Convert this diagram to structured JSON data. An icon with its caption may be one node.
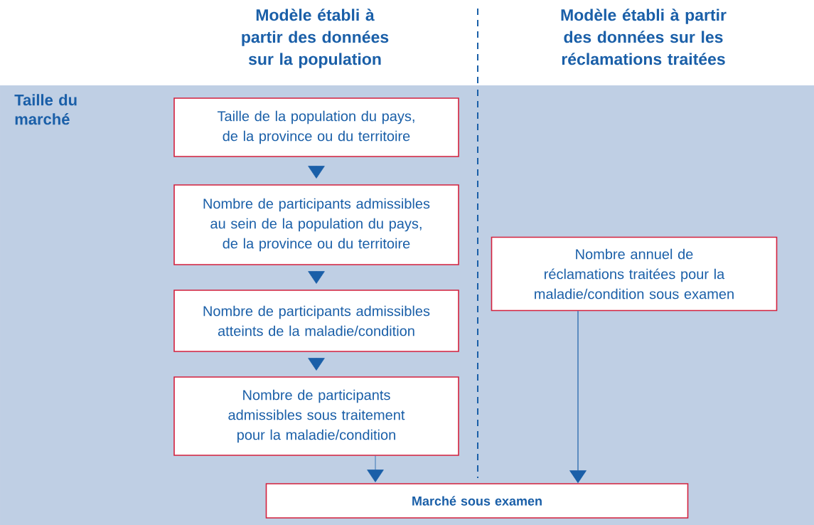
{
  "diagram": {
    "nodes": [
      {
        "text": [
          "Taille du marché"
        ]
      },
      {
        "text": [
          "Taille de la population du pays, de la province ou du territoire"
        ],
        "in": 0
      },
      {
        "text": [
          "Nombre de participants admissibles au sein de la population du pays, de la province ou du territoire"
        ],
        "in": 0
      },
      {
        "text": [
          "Nombre de participants admissibles atteints de la maladie/condition"
        ],
        "in": 0
      },
      {
        "text": [
          "Nombre de participants admissibles sous traitement pour la maladie/condition"
        ],
        "in": 0
      },
      {
        "text": [
          "Nombre annuel de réclamations traitées pour la maladie/condition sous examen"
        ],
        "in": 0
      },
      {
        "text": [
          "Marché sous examen"
        ],
        "in": 0
      }
    ],
    "edges": [
      {
        "from": 1,
        "to": 2,
        "arrow": "to"
      },
      {
        "from": 2,
        "to": 3,
        "arrow": "to"
      },
      {
        "from": 3,
        "to": 4,
        "arrow": "to"
      },
      {
        "from": 4,
        "to": 6,
        "arrow": "to"
      },
      {
        "from": 5,
        "to": 6,
        "arrow": "to"
      }
    ],
    "labels": [
      "Modèle établi à partir des données sur la population",
      "Modèle établi à partir des données sur les réclamations traitées"
    ]
  }
}
